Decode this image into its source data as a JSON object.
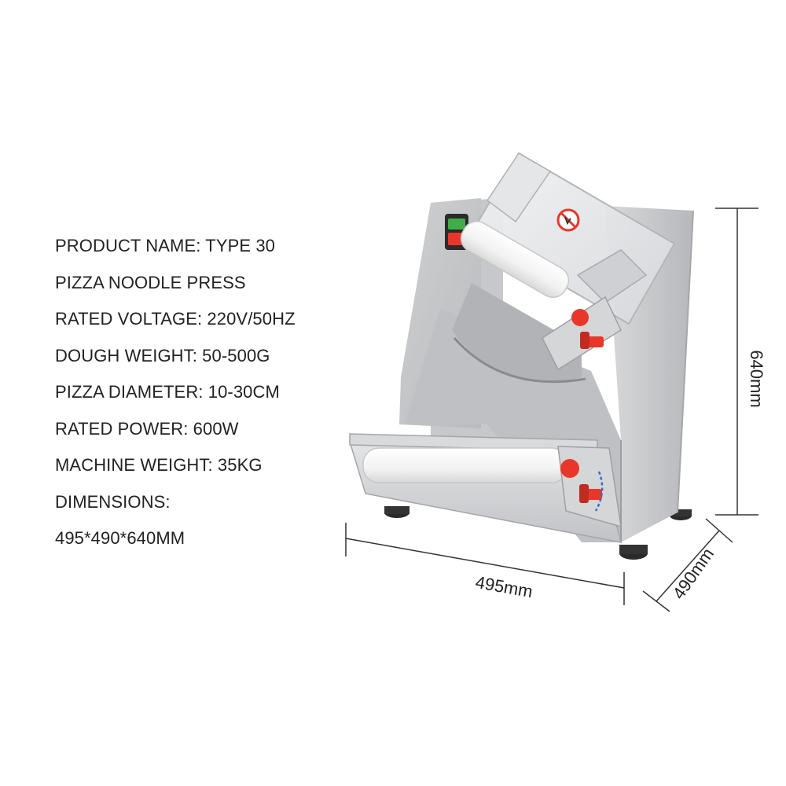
{
  "specs": [
    "PRODUCT NAME: TYPE 30",
    "PIZZA NOODLE PRESS",
    "RATED VOLTAGE: 220V/50HZ",
    "DOUGH WEIGHT: 50-500G",
    "PIZZA DIAMETER: 10-30CM",
    "RATED POWER: 600W",
    "MACHINE WEIGHT: 35KG",
    "DIMENSIONS:",
    "495*490*640MM"
  ],
  "dimensions": {
    "width_label": "495mm",
    "depth_label": "490mm",
    "height_label": "640mm"
  },
  "colors": {
    "text": "#222222",
    "steel": "#c9cacc",
    "accent_red": "#e8372a",
    "switch_green": "#3fae49"
  },
  "icons": {
    "warning": "no-hands-warning-icon"
  }
}
